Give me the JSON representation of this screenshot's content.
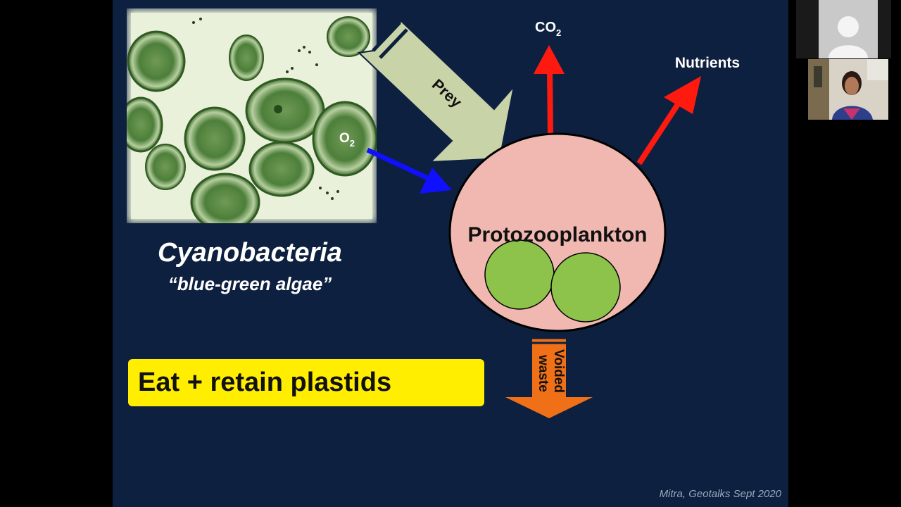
{
  "slide": {
    "species_name": "Cyanobacteria",
    "common_name": "“blue-green algae”",
    "callout": "Eat + retain plastids",
    "credit": "Mitra, Geotalks Sept 2020"
  },
  "diagram": {
    "center_label": "Protozooplankton",
    "inputs": {
      "prey": "Prey",
      "oxygen": {
        "base": "O",
        "sub": "2"
      }
    },
    "outputs": {
      "carbon_dioxide": {
        "base": "CO",
        "sub": "2"
      },
      "nutrients": "Nutrients",
      "waste_line1": "Voided",
      "waste_line2": "waste"
    }
  },
  "colors": {
    "slide_background": "#0e2040",
    "callout_background": "#ffee00",
    "cell_fill": "#f0b8b0",
    "plastid_fill": "#8dc34a",
    "prey_arrow": "#c8d4a8",
    "oxygen_arrow": "#1010ff",
    "output_arrow": "#ff1a10",
    "waste_arrow": "#f07018"
  },
  "participants": [
    {
      "name": "participant-placeholder",
      "icon": "person-silhouette-icon"
    },
    {
      "name": "presenter-video",
      "icon": "webcam-video"
    }
  ]
}
